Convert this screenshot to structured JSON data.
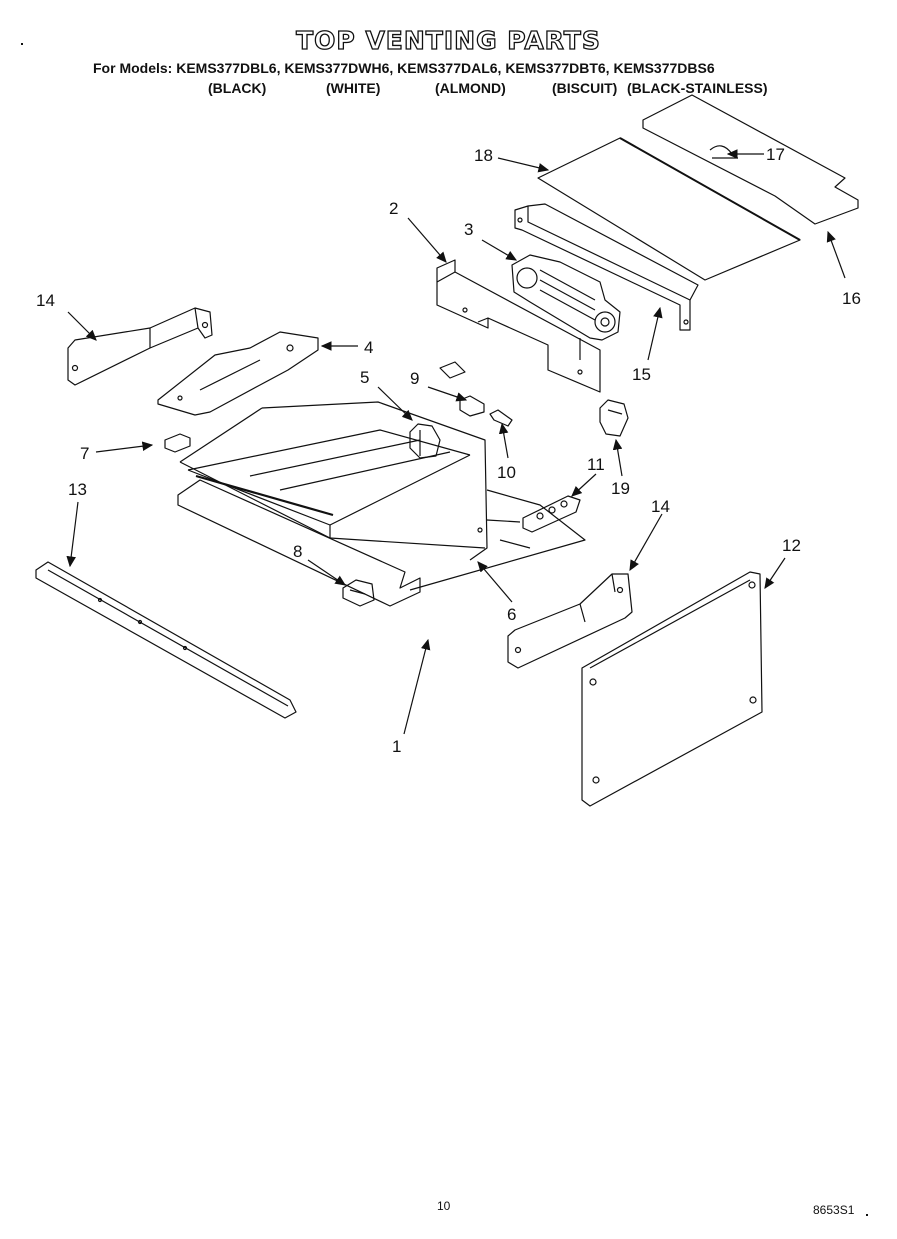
{
  "title": "TOP VENTING PARTS",
  "models_line": "For Models: KEMS377DBL6, KEMS377DWH6, KEMS377DAL6, KEMS377DBT6, KEMS377DBS6",
  "colors": [
    "(BLACK)",
    "(WHITE)",
    "(ALMOND)",
    "(BISCUIT)",
    "(BLACK-STAINLESS)"
  ],
  "callouts": [
    "1",
    "2",
    "3",
    "4",
    "5",
    "6",
    "7",
    "8",
    "9",
    "10",
    "11",
    "12",
    "13",
    "14",
    "15",
    "16",
    "17",
    "18",
    "19"
  ],
  "callout_14b": "14",
  "page_number": "10",
  "doc_number": "8653S1"
}
